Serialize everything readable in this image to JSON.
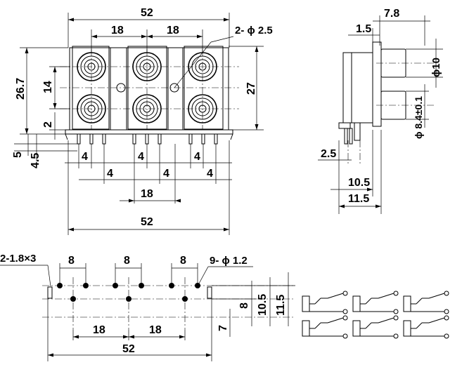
{
  "front_view": {
    "dim_width": "52",
    "dim_pitch_left": "18",
    "dim_pitch_right": "18",
    "dim_hole": "2- ϕ 2.5",
    "dim_height": "26.7",
    "dim_row_pitch": "14",
    "dim_body_height": "27",
    "dim_base": "2",
    "dim_pin_len": "5",
    "dim_pin_len2": "4.5",
    "dim_pin_gap_a": "4",
    "dim_pin_gap_b": "4",
    "dim_pin_gap_c": "4",
    "dim_pin_gap_d": "4",
    "dim_pin_gap_e": "4",
    "dim_pin_gap_f": "4",
    "dim_pin_pitch": "18",
    "dim_total": "52"
  },
  "side_view": {
    "dim_top": "7.8",
    "dim_flange": "1.5",
    "dim_jack_dia": "ϕ10",
    "dim_inner_dia": "ϕ 8.4±0.1",
    "dim_pin_offset": "2.5",
    "dim_depth_a": "10.5",
    "dim_depth_b": "11.5"
  },
  "pcb_layout": {
    "dim_slot": "2-1.8×3",
    "dim_pitch_a": "8",
    "dim_pitch_b": "8",
    "dim_pitch_c": "8",
    "dim_holes": "9- ϕ 1.2",
    "dim_row_a": "8",
    "dim_row_b": "10.5",
    "dim_row_c": "11.5",
    "dim_offset": "7",
    "dim_group_a": "18",
    "dim_group_b": "18",
    "dim_total": "52"
  },
  "schematic": {
    "jack_count": 6
  }
}
